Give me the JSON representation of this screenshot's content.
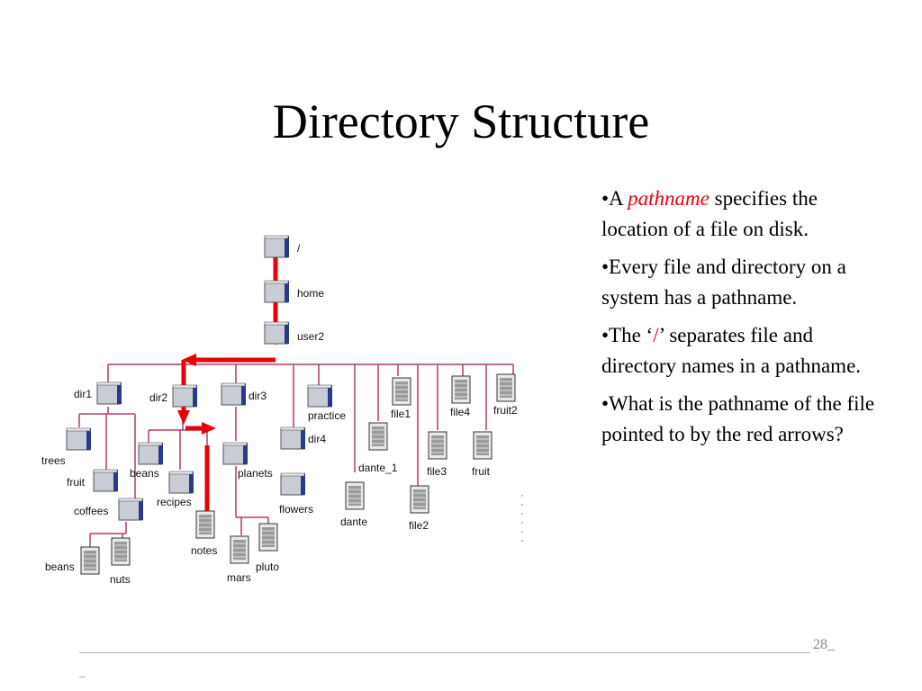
{
  "slide": {
    "title": "Directory Structure",
    "page_number": "28_",
    "footer_dash": "_"
  },
  "bullets": {
    "b1_prefix": "•A ",
    "b1_term": "pathname",
    "b1_rest": " specifies the location of a file on disk.",
    "b2": "•Every file and directory on a system has a pathname.",
    "b3_prefix": "•The ‘",
    "b3_sep": "/",
    "b3_rest": "’ separates file and directory names in a pathname.",
    "b4": "•What is the pathname of the file pointed to by the red arrows?"
  },
  "tree": {
    "labels": {
      "root": "/",
      "home": "home",
      "user2": "user2",
      "dir1": "dir1",
      "dir2": "dir2",
      "dir3": "dir3",
      "practice": "practice",
      "file1": "file1",
      "file4": "file4",
      "fruit2": "fruit2",
      "dir4": "dir4",
      "dante_1": "dante_1",
      "file3": "file3",
      "fruit": "fruit",
      "trees": "trees",
      "fruit_dir": "fruit",
      "coffees": "coffees",
      "beans_dir": "beans",
      "recipes": "recipes",
      "planets": "planets",
      "flowers": "flowers",
      "dante": "dante",
      "file2": "file2",
      "beans_file": "beans",
      "nuts": "nuts",
      "notes": "notes",
      "mars": "mars",
      "pluto": "pluto"
    }
  },
  "colors": {
    "tree_line": "#b03a6e",
    "arrow": "#e8000a",
    "folder": "#c8ccd4",
    "folder_edge": "#2a3a8a"
  }
}
